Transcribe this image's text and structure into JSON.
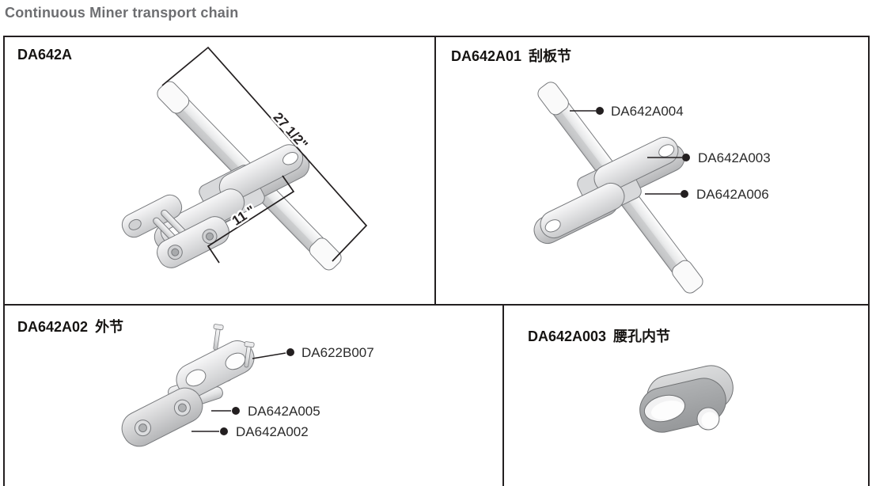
{
  "title": "Continuous Miner transport chain",
  "colors": {
    "title_text": "#6d6e71",
    "border": "#231f20",
    "leader_line": "#231f20",
    "label_text": "#2b2b2b",
    "part_fill_light": "#f4f4f5",
    "part_fill_dark": "#a0a2a4"
  },
  "panels": {
    "overview": {
      "code": "DA642A",
      "dim_overall": "27 1/2\"",
      "dim_pitch": "11 \""
    },
    "scraper_link": {
      "code": "DA642A01",
      "name": "刮板节",
      "labels": [
        "DA642A004",
        "DA642A003",
        "DA642A006"
      ]
    },
    "outer_link": {
      "code": "DA642A02",
      "name": "外节",
      "labels": [
        "DA622B007",
        "DA642A005",
        "DA642A002"
      ]
    },
    "inner_link": {
      "code": "DA642A003",
      "name": "腰孔内节"
    }
  }
}
